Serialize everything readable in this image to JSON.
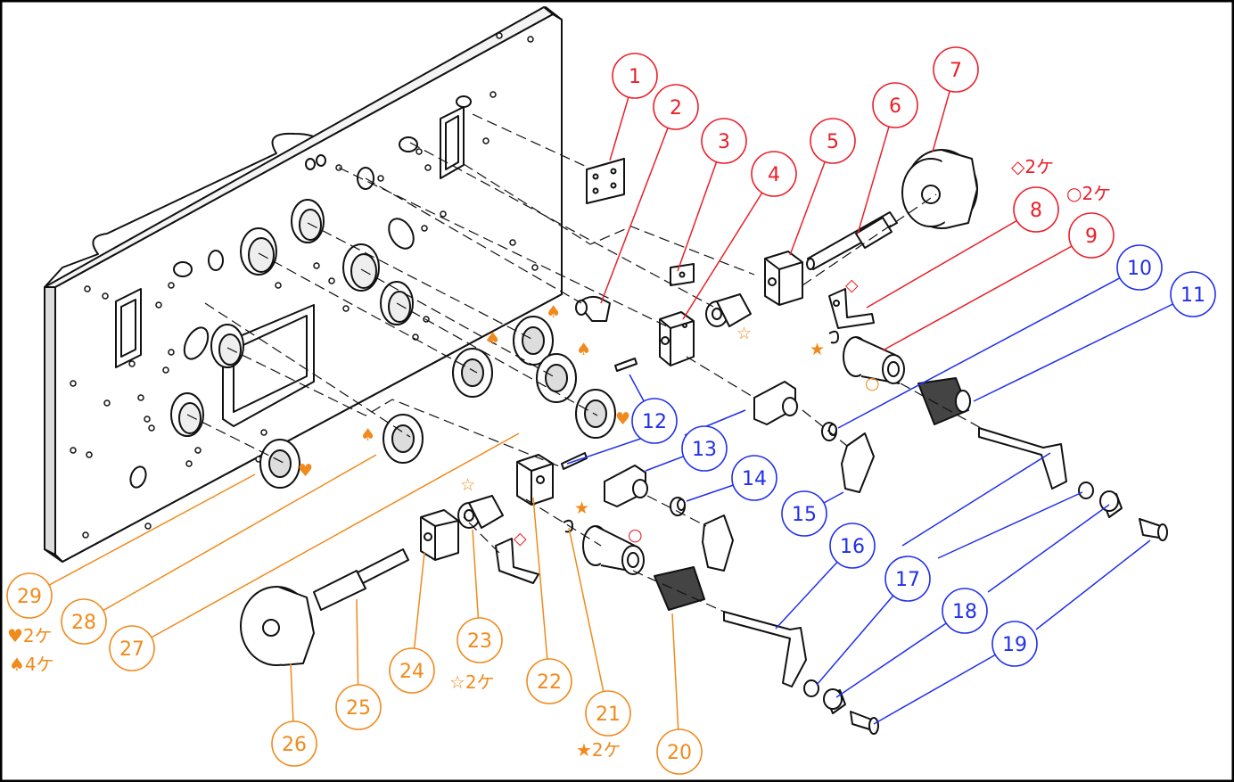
{
  "colors": {
    "red": "#e8202a",
    "blue": "#2030e8",
    "orange": "#f08a1c",
    "part": "#111111"
  },
  "balloons": [
    {
      "num": "1",
      "color": "red"
    },
    {
      "num": "2",
      "color": "red"
    },
    {
      "num": "3",
      "color": "red"
    },
    {
      "num": "4",
      "color": "red"
    },
    {
      "num": "5",
      "color": "red"
    },
    {
      "num": "6",
      "color": "red"
    },
    {
      "num": "7",
      "color": "red"
    },
    {
      "num": "8",
      "color": "red"
    },
    {
      "num": "9",
      "color": "red"
    },
    {
      "num": "10",
      "color": "blue"
    },
    {
      "num": "11",
      "color": "blue"
    },
    {
      "num": "12",
      "color": "blue"
    },
    {
      "num": "13",
      "color": "blue"
    },
    {
      "num": "14",
      "color": "blue"
    },
    {
      "num": "15",
      "color": "blue"
    },
    {
      "num": "16",
      "color": "blue"
    },
    {
      "num": "17",
      "color": "blue"
    },
    {
      "num": "18",
      "color": "blue"
    },
    {
      "num": "19",
      "color": "blue"
    },
    {
      "num": "20",
      "color": "orange"
    },
    {
      "num": "21",
      "color": "orange"
    },
    {
      "num": "22",
      "color": "orange"
    },
    {
      "num": "23",
      "color": "orange"
    },
    {
      "num": "24",
      "color": "orange"
    },
    {
      "num": "25",
      "color": "orange"
    },
    {
      "num": "26",
      "color": "orange"
    },
    {
      "num": "27",
      "color": "orange"
    },
    {
      "num": "28",
      "color": "orange"
    },
    {
      "num": "29",
      "color": "orange"
    }
  ],
  "quantities": [
    {
      "text": "◇2ケ",
      "color": "red"
    },
    {
      "text": "○2ケ",
      "color": "red"
    },
    {
      "text": "♥2ケ",
      "color": "orange"
    },
    {
      "text": "♠4ケ",
      "color": "orange"
    },
    {
      "text": "☆2ケ",
      "color": "orange"
    },
    {
      "text": "★2ケ",
      "color": "orange"
    }
  ],
  "markers": [
    {
      "sym": "♠",
      "color": "orange"
    },
    {
      "sym": "♠",
      "color": "orange"
    },
    {
      "sym": "♠",
      "color": "orange"
    },
    {
      "sym": "♠",
      "color": "orange"
    },
    {
      "sym": "♥",
      "color": "orange"
    },
    {
      "sym": "♥",
      "color": "orange"
    },
    {
      "sym": "☆",
      "color": "orange"
    },
    {
      "sym": "☆",
      "color": "orange"
    },
    {
      "sym": "★",
      "color": "orange"
    },
    {
      "sym": "★",
      "color": "orange"
    },
    {
      "sym": "◇",
      "color": "red"
    },
    {
      "sym": "◇",
      "color": "red"
    },
    {
      "sym": "○",
      "color": "orange"
    },
    {
      "sym": "○",
      "color": "red"
    }
  ]
}
